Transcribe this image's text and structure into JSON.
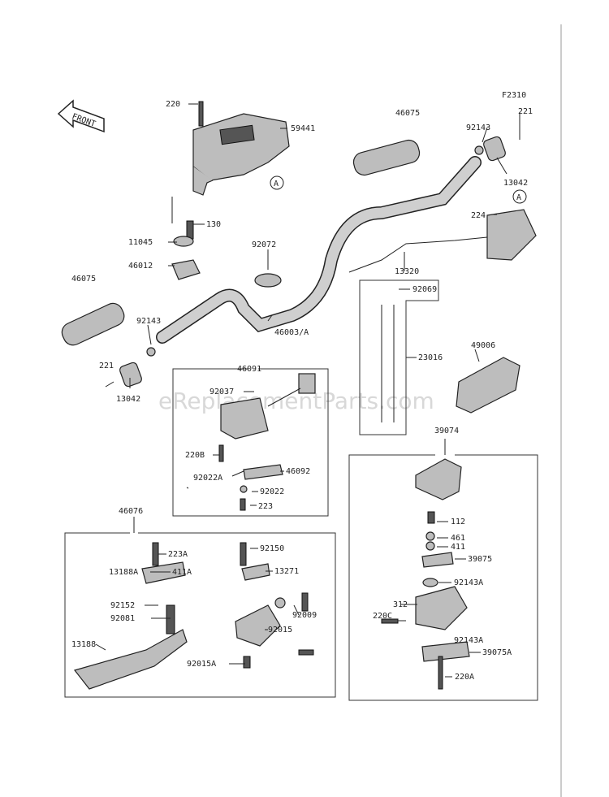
{
  "figure_code": "F2310",
  "front_label": "FRONT",
  "watermark": "eReplacementParts.com",
  "callouts": {
    "p220": "220",
    "p59441": "59441",
    "p46075_top": "46075",
    "p92143_top": "92143",
    "p221_top": "221",
    "p13042_top": "13042",
    "pA_top": "A",
    "pA_right": "A",
    "p224": "224",
    "p130": "130",
    "p11045": "11045",
    "p46012": "46012",
    "p92072": "92072",
    "p13320": "13320",
    "p92069": "92069",
    "p46075_left": "46075",
    "p92143_left": "92143",
    "p46003A": "46003/A",
    "p23016": "23016",
    "p49006": "49006",
    "p221_left": "221",
    "p13042_left": "13042",
    "p46091": "46091",
    "p92037": "92037",
    "p220B": "220B",
    "p92022A": "92022A",
    "p46092": "46092",
    "p92022": "92022",
    "p223": "223",
    "p39074": "39074",
    "p46076": "46076",
    "p223A": "223A",
    "p13188A": "13188A",
    "p411A": "411A",
    "p92152": "92152",
    "p92081": "92081",
    "p13188": "13188",
    "p92150": "92150",
    "p13271": "13271",
    "p92009": "92009",
    "p92015": "92015",
    "p92015A": "92015A",
    "p112": "112",
    "p461": "461",
    "p411": "411",
    "p39075": "39075",
    "p92143A_a": "92143A",
    "p312": "312",
    "p220C": "220C",
    "p92143A_b": "92143A",
    "p39075A": "39075A",
    "p220A": "220A"
  }
}
